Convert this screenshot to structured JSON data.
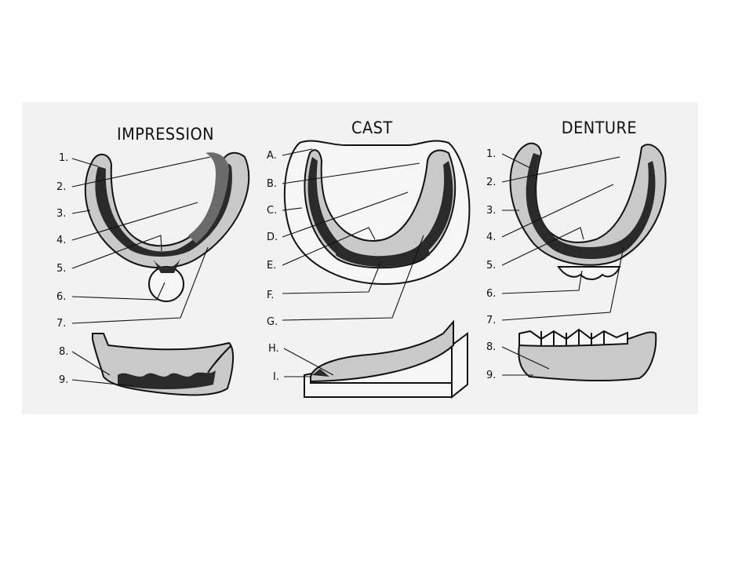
{
  "panels": {
    "impression": {
      "title": "IMPRESSION",
      "arch_labels": [
        "1.",
        "2.",
        "3.",
        "4.",
        "5.",
        "6.",
        "7."
      ],
      "side_labels": [
        "8.",
        "9."
      ]
    },
    "cast": {
      "title": "CAST",
      "arch_labels": [
        "A.",
        "B.",
        "C.",
        "D.",
        "E.",
        "F.",
        "G."
      ],
      "side_labels": [
        "H.",
        "I."
      ]
    },
    "denture": {
      "title": "DENTURE",
      "arch_labels": [
        "1.",
        "2.",
        "3.",
        "4.",
        "5.",
        "6.",
        "7."
      ],
      "side_labels": [
        "8.",
        "9."
      ]
    }
  },
  "colors": {
    "ink": "#111111",
    "shading": "#2a2a2a",
    "plate": "#f2f2f2"
  }
}
